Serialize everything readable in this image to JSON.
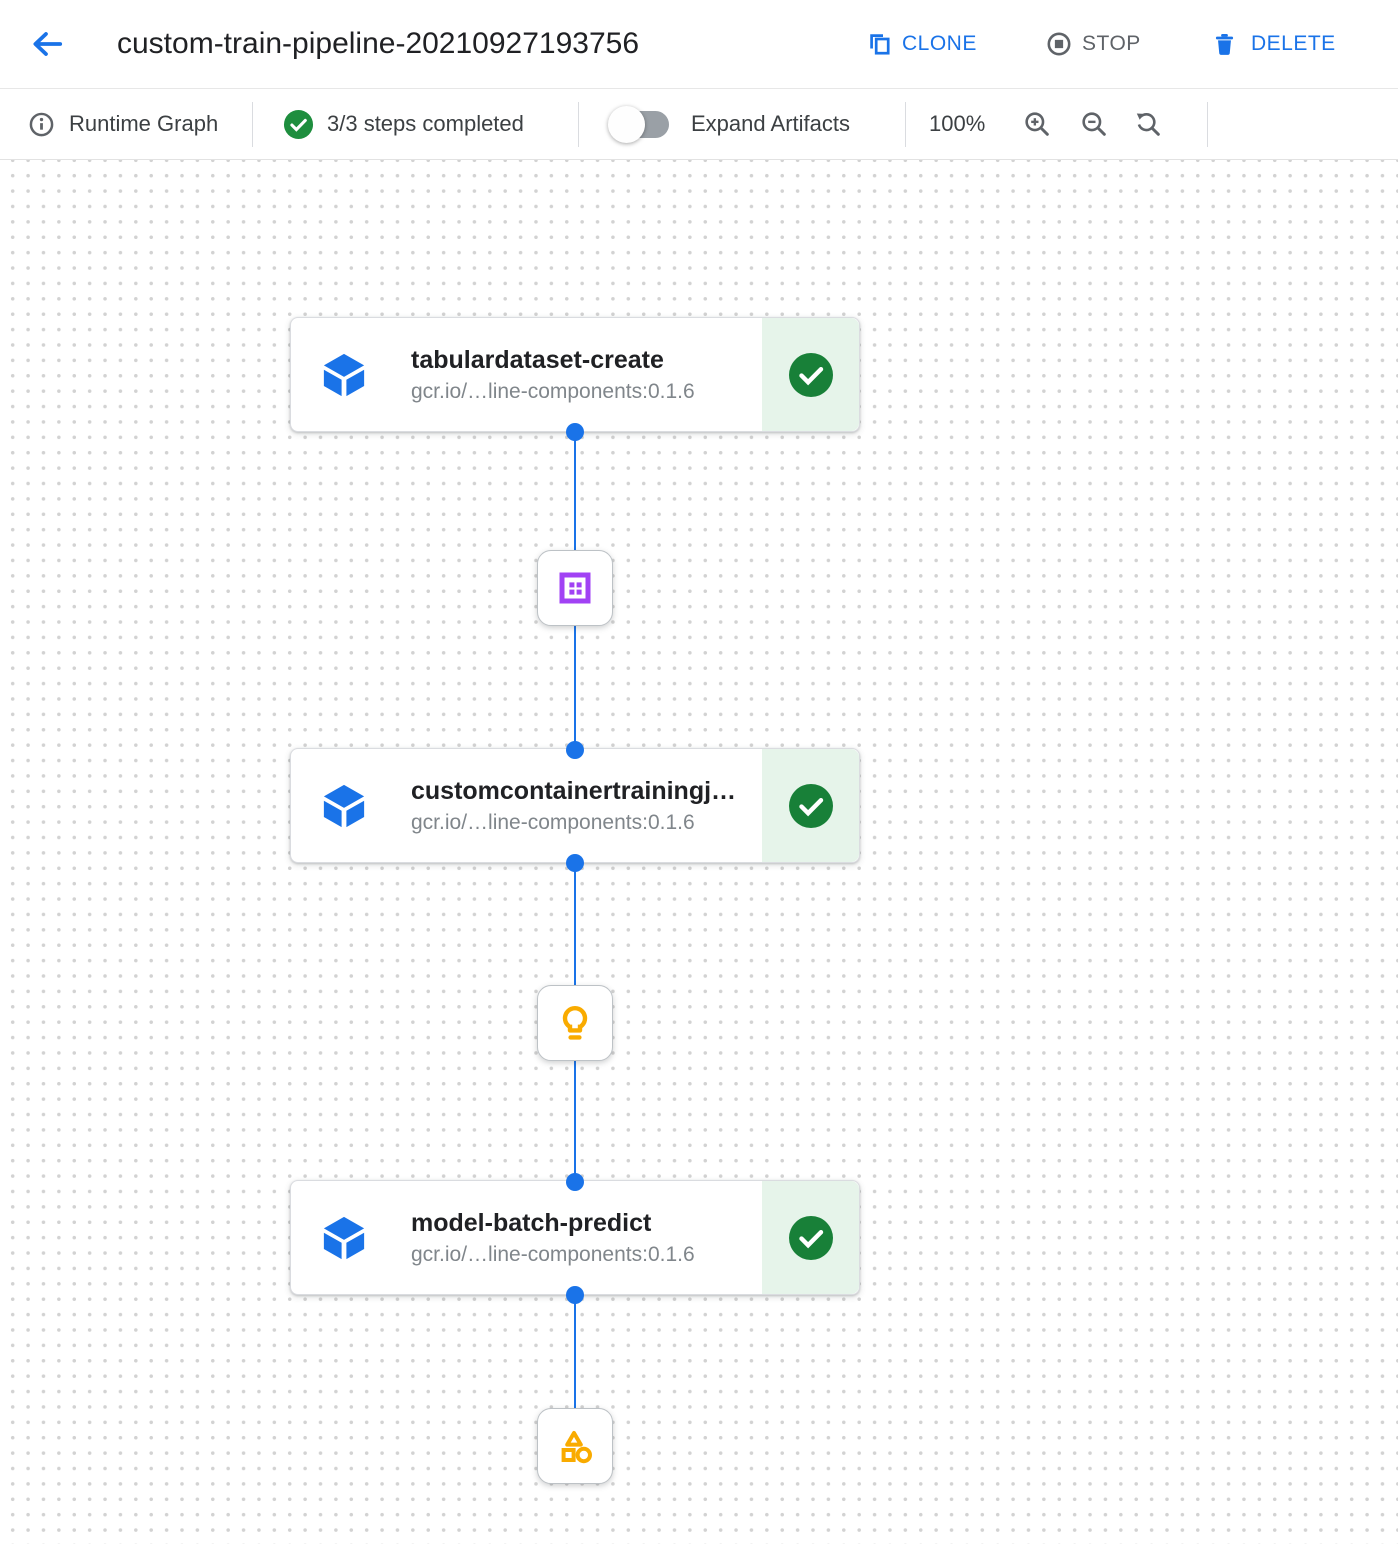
{
  "header": {
    "title": "custom-train-pipeline-20210927193756",
    "actions": [
      {
        "id": "clone",
        "label": "CLONE"
      },
      {
        "id": "stop",
        "label": "STOP"
      },
      {
        "id": "delete",
        "label": "DELETE"
      }
    ]
  },
  "toolbar": {
    "view_label": "Runtime Graph",
    "steps_completed": "3/3 steps completed",
    "expand_artifacts": {
      "label": "Expand Artifacts",
      "enabled": false
    },
    "zoom": {
      "level": "100%"
    }
  },
  "graph": {
    "nodes": [
      {
        "title": "tabulardataset-create",
        "subtitle": "gcr.io/…line-components:0.1.6",
        "status": "completed"
      },
      {
        "title": "customcontainertrainingj…",
        "subtitle": "gcr.io/…line-components:0.1.6",
        "status": "completed"
      },
      {
        "title": "model-batch-predict",
        "subtitle": "gcr.io/…line-components:0.1.6",
        "status": "completed"
      }
    ],
    "artifacts": [
      {
        "type": "dataset",
        "icon": "dataset-icon"
      },
      {
        "type": "model",
        "icon": "model-icon"
      },
      {
        "type": "artifact",
        "icon": "shapes-icon"
      }
    ]
  },
  "colors": {
    "accent_blue": "#1a73e8",
    "success_green_dark": "#188038",
    "success_green": "#1e8e3e",
    "status_bg_green": "#e6f4ea",
    "artifact_purple": "#a142f4",
    "artifact_yellow": "#f9ab00",
    "stop_gray": "#5f6368"
  }
}
